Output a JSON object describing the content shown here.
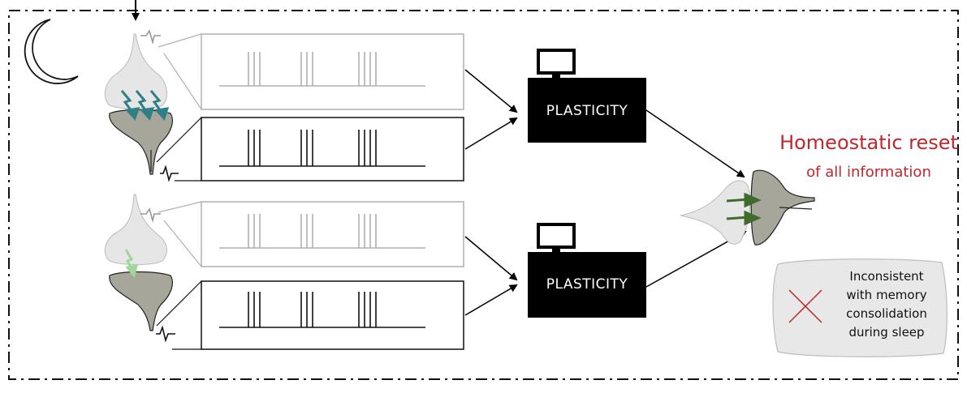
{
  "plasticity_boxes": [
    {
      "label": "PLASTICITY"
    },
    {
      "label": "PLASTICITY"
    }
  ],
  "homeostatic": {
    "title": "Homeostatic reset",
    "subtitle": "of all information",
    "color": "#c0272d"
  },
  "note": {
    "lines": [
      "Inconsistent",
      "with memory",
      "consolidation",
      "during sleep"
    ],
    "cross_color": "#c0272d"
  },
  "icons": [
    "moon-icon",
    "monitor-icon",
    "neuron-pair-icon",
    "spike-train-icon",
    "cross-icon"
  ],
  "colors": {
    "strong_synapse": "#2f7f86",
    "weak_synapse": "#9fd69a",
    "output_synapse": "#3f6b2f",
    "presynaptic_fill": "#e6e6e6",
    "postsynaptic_fill": "#a7a69a",
    "annotation_red": "#c0272d"
  }
}
